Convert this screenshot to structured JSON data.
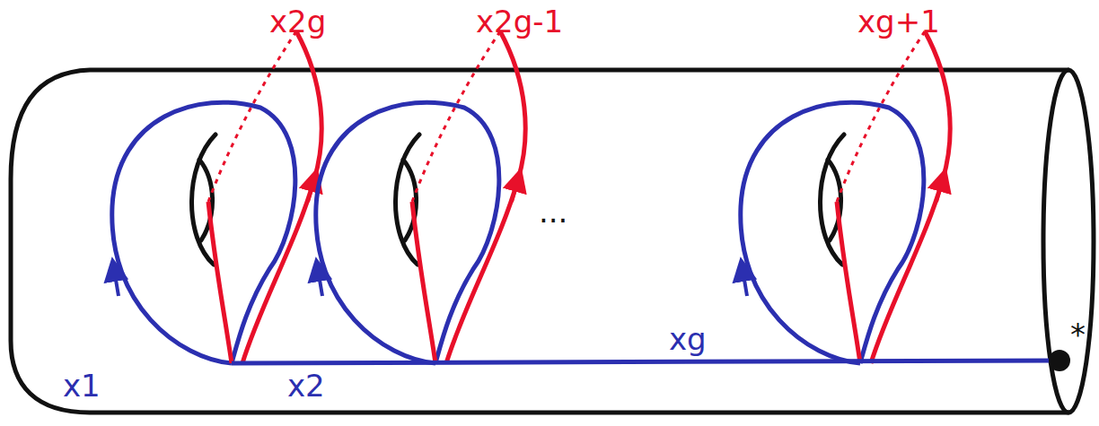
{
  "diagram": {
    "labels": [
      "x2g",
      "x2g-1",
      "xg+1",
      "x1",
      "x2",
      "xg",
      "...",
      "*"
    ]
  }
}
